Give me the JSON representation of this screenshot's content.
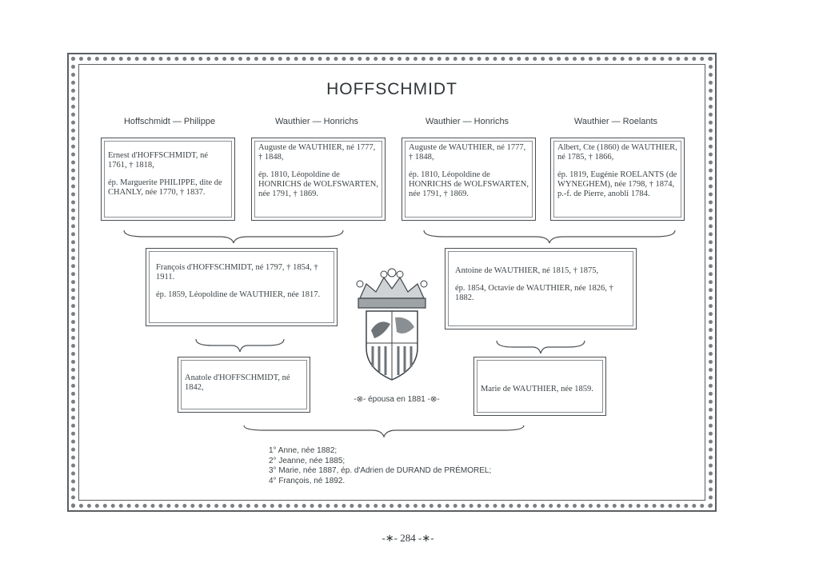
{
  "title": "HOFFSCHMIDT",
  "columns": [
    "Hoffschmidt — Philippe",
    "Wauthier — Honrichs",
    "Wauthier — Honrichs",
    "Wauthier — Roelants"
  ],
  "boxes": {
    "b1": {
      "p1": "Ernest d'HOFFSCHMIDT, né 1761, † 1818,",
      "p2": "ép. Marguerite PHILIPPE, dite de CHANLY, née 1770, † 1837."
    },
    "b2": {
      "p1": "Auguste de WAUTHIER, né 1777, † 1848,",
      "p2": "ép. 1810, Léopoldine de HONRICHS de WOLFSWARTEN, née 1791, † 1869."
    },
    "b3": {
      "p1": "Auguste de WAUTHIER, né 1777, † 1848,",
      "p2": "ép. 1810, Léopoldine de HONRICHS de WOLFSWARTEN, née 1791, † 1869."
    },
    "b4": {
      "p1": "Albert, Cte (1860) de WAUTHIER, né 1785, † 1866,",
      "p2": "ép. 1819, Eugénie ROELANTS (de WYNEGHEM), née 1798, † 1874, p.-f. de Pierre, anobli 1784."
    },
    "b5": {
      "p1": "François d'HOFFSCHMIDT, né 1797, † 1854, † 1911.",
      "p2": "ép. 1859, Léopoldine de WAUTHIER, née 1817."
    },
    "b6": {
      "p1": "Antoine de WAUTHIER, né 1815, † 1875,",
      "p2": "ép. 1854, Octavie de WAUTHIER, née 1826, † 1882."
    },
    "b7": {
      "p1": "Anatole d'HOFFSCHMIDT, né 1842,"
    },
    "b8": {
      "p1": "Marie de WAUTHIER, née 1859."
    }
  },
  "married_text": "épousa en 1881",
  "children": [
    "1° Anne, née 1882;",
    "2° Jeanne, née 1885;",
    "3° Marie, née 1887, ép. d'Adrien de DURAND de PRÉMOREL;",
    "4° François, né 1892."
  ],
  "page_number": "284"
}
